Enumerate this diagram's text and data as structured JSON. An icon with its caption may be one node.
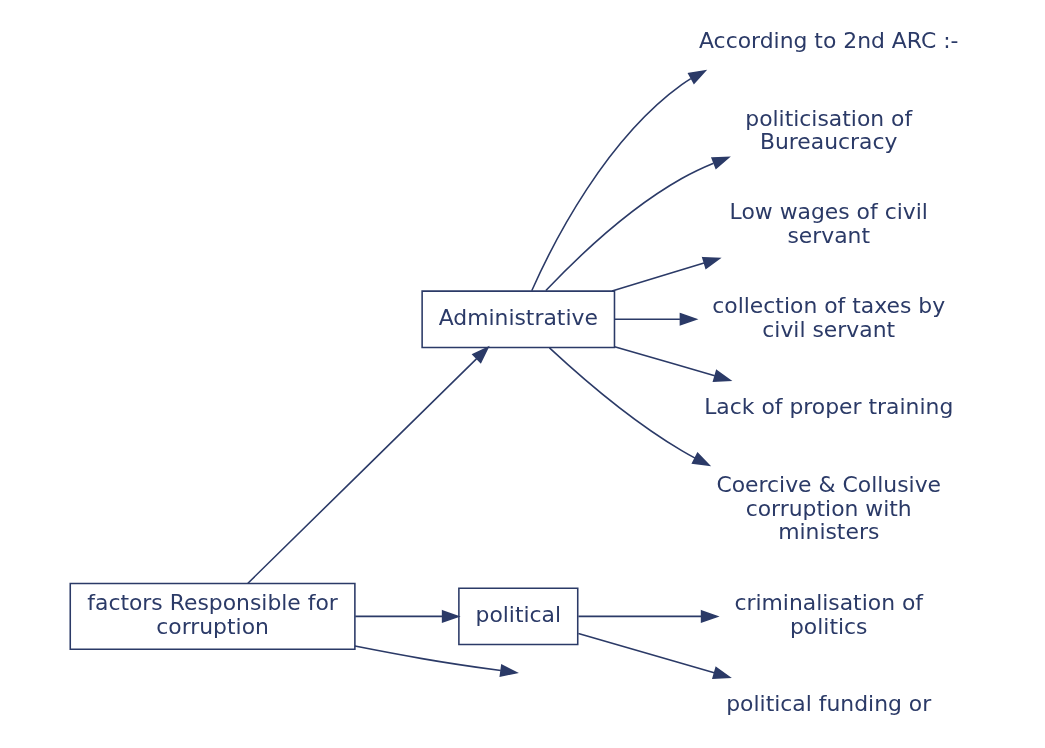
{
  "diagram": {
    "nodes": [
      {
        "text": [
          "factors Responsible for corruption"
        ]
      },
      {
        "text": [
          "Administrative"
        ]
      },
      {
        "text": [
          "According to 2nd ARC :-"
        ]
      },
      {
        "text": [
          "politicisation of Bureaucracy"
        ]
      },
      {
        "text": [
          "Low wages of civil servant"
        ]
      },
      {
        "text": [
          "collection of taxes by civil servant"
        ]
      },
      {
        "text": [
          "Lack of proper training"
        ]
      },
      {
        "text": [
          "Coercive & Collusive corruption with ministers"
        ]
      },
      {
        "text": [
          "political"
        ]
      },
      {
        "text": [
          "criminalisation of politics"
        ]
      },
      {
        "text": [
          "political funding or"
        ]
      }
    ],
    "edges": [
      {
        "from": 0,
        "to": 1,
        "arrow": "to"
      },
      {
        "from": 1,
        "to": 2,
        "arrow": "to"
      },
      {
        "from": 1,
        "to": 3,
        "arrow": "to"
      },
      {
        "from": 1,
        "to": 4,
        "arrow": "to"
      },
      {
        "from": 1,
        "to": 5,
        "arrow": "to"
      },
      {
        "from": 1,
        "to": 6,
        "arrow": "to"
      },
      {
        "from": 1,
        "to": 7,
        "arrow": "to"
      },
      {
        "from": 0,
        "to": 8,
        "arrow": "to"
      },
      {
        "from": 0,
        "to": null,
        "arrow": "to"
      },
      {
        "from": 8,
        "to": 9,
        "arrow": "to"
      },
      {
        "from": 8,
        "to": 10,
        "arrow": "to"
      }
    ]
  }
}
